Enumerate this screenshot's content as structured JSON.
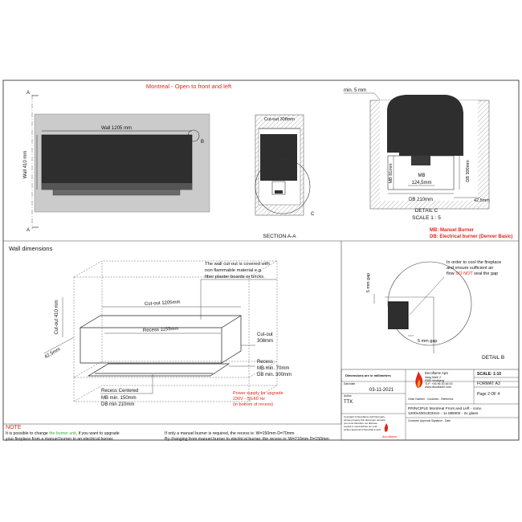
{
  "title": "Montreal - Open to front and left",
  "front_view": {
    "section_marker": "A",
    "wall_width": "Wall 1205 mm",
    "wall_height": "Wall 410 mm",
    "detail_marker": "B"
  },
  "section_view": {
    "cutout": "Cut-out 308mm",
    "detail_marker": "C",
    "caption": "SECTION A-A"
  },
  "detail_c": {
    "min_gap": "min. 5 mm",
    "mb_label": "MB",
    "mb_value": "124,5mm",
    "mb_height": "MB 81mm",
    "db_width": "DB 210mm",
    "db_height": "DB 300mm",
    "side_gap": "42,5mm",
    "caption": "DETAIL C",
    "scale": "SCALE 1 : 5"
  },
  "legend": {
    "mb": "MB: Manuel Burner",
    "db": "DB: Electrical burner (Denver Basic)"
  },
  "wall_dimensions": {
    "heading": "Wall dimensions",
    "note": "The wall cut-out is covered with non flammable material e.g fiber plaster boards or bricks.",
    "cutout_width": "Cut-out 1205mm",
    "cutout_height": "Cut-out 410 mm",
    "recess_width": "Recess 1155mm",
    "depth": "42,5mm",
    "cutout_depth": "Cut-out 308mm",
    "recess_title": "Recess",
    "recess_mb": "MB min. 70mm",
    "recess_db": "DB min. 300mm",
    "centered_title": "Recess Centered",
    "centered_mb": "MB min. 150mm",
    "centered_db": "DB min 210mm",
    "power_line1": "Power supply for upgrade",
    "power_line2": "230V - 50-60 Hz",
    "power_line3": "(in bottom of recess)"
  },
  "detail_b": {
    "note_start": "In order to cool the fireplace and ensure sufficient air flow",
    "note_warning": "DO NOT",
    "note_end": "seal the gap",
    "vertical_gap": "5 mm gap",
    "horizontal_gap": "5 mm gap",
    "caption": "DETAIL B"
  },
  "footer": {
    "note_title": "NOTE",
    "line1_start": "It is possible to change",
    "line1_link": "the burner unit",
    "line1_end": ", if you want to upgrade",
    "line2": "your fireplace from a manuel burner to an electrical burner.",
    "line3": "If only a manuel burner is required, the recess is: W=150mm D=70mm",
    "line4": "By changing from manuel burner to electrical burner, the recess is: W=210mm D=150mm"
  },
  "title_block": {
    "units": "Dimensions are in millimeters",
    "company": "Decoflame ApS",
    "address1": "Vang Mark 2",
    "address2": "9380 Vestbjerg",
    "phone": "TLF: +45 96 30 48 00",
    "web": "www.decoflame.com",
    "scale": "SCALE: 1:10",
    "format": "FORMAT: A3",
    "page": "Page 2 OF 4",
    "date_label": "Dato/date",
    "date": "03-11-2021",
    "author_label": "Author",
    "author": "TTK",
    "order_label": "Order Number - Customer - Reference",
    "product_line1": "PRINCIPLE Montreal Front and Left - conv.",
    "product_line2": "1200x400x303mm - 1x MB900 - 2x glass",
    "approval_label": "Customer Approval Signature - Date",
    "copyright": "Copyright of Decoflame ApS Denmark, whose property this document remains, you must therefore not disclose, copied or used without our prior written approval of Decoflame ApS",
    "logo_text": "decoflame"
  },
  "colors": {
    "accent_red": "#e0261b",
    "link_green": "#3aa63a",
    "wall_gray": "#c8c8c8",
    "fireplace_dark": "#2a2a2a"
  }
}
